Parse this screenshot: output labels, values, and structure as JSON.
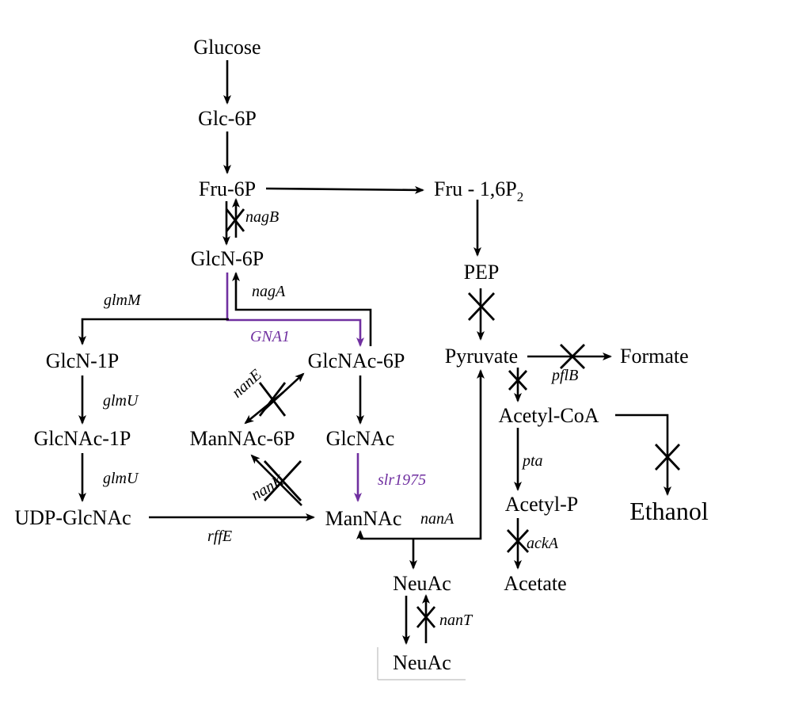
{
  "colors": {
    "line": "#000000",
    "engineered": "#7030a0",
    "box": "#bfbfbf"
  },
  "metabolites": {
    "glucose": "Glucose",
    "glc6p": "Glc-6P",
    "fru6p": "Fru-6P",
    "fru16p2": "Fru - 1,6P",
    "fru16p2_sub": "2",
    "glcn6p": "GlcN-6P",
    "pep": "PEP",
    "glcn1p": "GlcN-1P",
    "glcnac6p": "GlcNAc-6P",
    "pyruvate": "Pyruvate",
    "formate": "Formate",
    "glcnac1p": "GlcNAc-1P",
    "mannac6p": "ManNAc-6P",
    "glcnac": "GlcNAc",
    "acetylcoa": "Acetyl-CoA",
    "udpglcnac": "UDP-GlcNAc",
    "mannac": "ManNAc",
    "acetylp": "Acetyl-P",
    "ethanol": "Ethanol",
    "neuac": "NeuAc",
    "acetate": "Acetate",
    "neuac_ext": "NeuAc"
  },
  "enzymes": {
    "nagB": "nagB",
    "nagA": "nagA",
    "glmM": "glmM",
    "GNA1": "GNA1",
    "glmU_1": "glmU",
    "nanE": "nanE",
    "glmU_2": "glmU",
    "nanK": "nanK",
    "slr1975": "slr1975",
    "rffE": "rffE",
    "nanA": "nanA",
    "pflB": "pflB",
    "pta": "pta",
    "ackA": "ackA",
    "nanT": "nanT"
  }
}
